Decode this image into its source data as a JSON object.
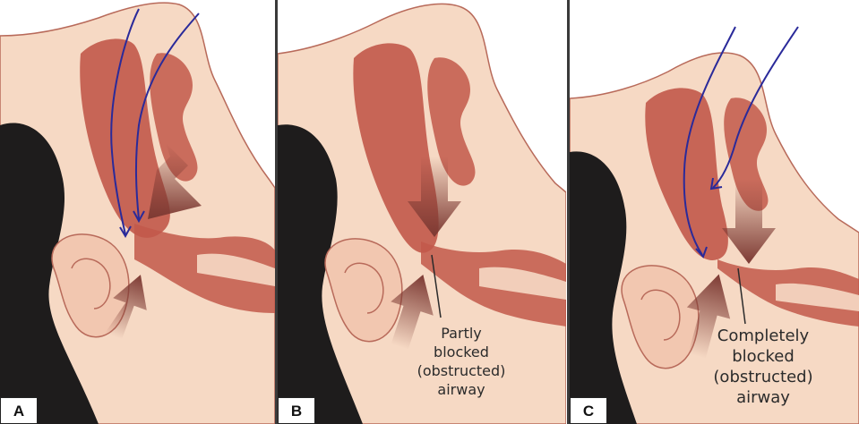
{
  "panels": [
    {
      "letter": "A",
      "caption": []
    },
    {
      "letter": "B",
      "caption": [
        "Partly",
        "blocked",
        "(obstructed)",
        "airway"
      ]
    },
    {
      "letter": "C",
      "caption": [
        "Completely",
        "blocked",
        "(obstructed)",
        "airway"
      ]
    }
  ],
  "colors": {
    "skin": "#f6d9c4",
    "skin_line": "#b86a5a",
    "hair": "#1e1c1c",
    "tissue": "#c2584a",
    "tissue_dark": "#9e3a33",
    "airway_arrow": "#2a2a9a",
    "pressure_arrow": "#7d3a33"
  }
}
